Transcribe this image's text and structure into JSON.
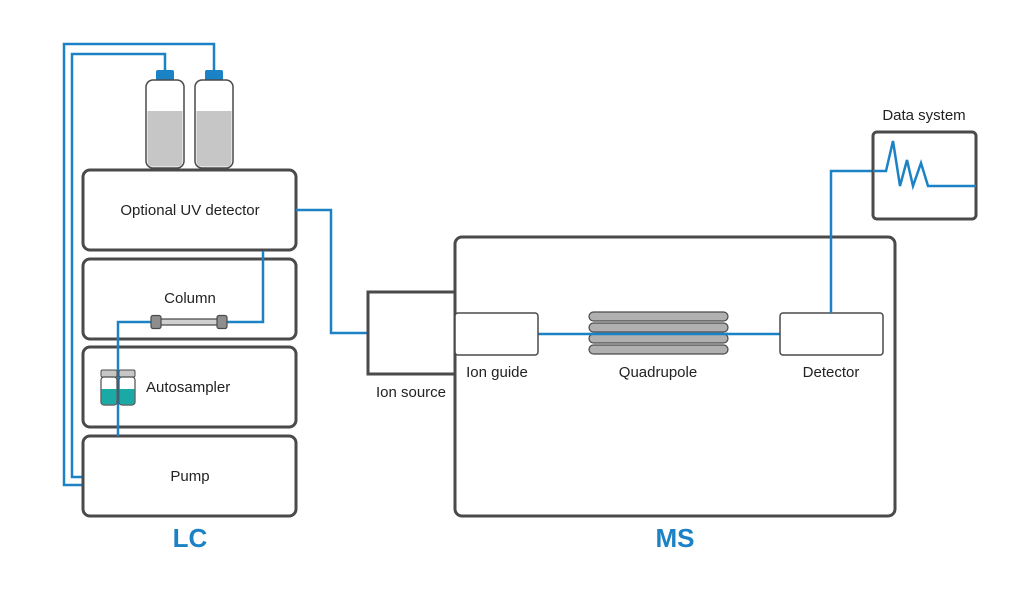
{
  "colors": {
    "accent": "#1b82c5",
    "outline": "#4a4a4a",
    "liquid": "#c6c6c6",
    "sample": "#1aa9a4",
    "cap": "#1b82c5"
  },
  "lc": {
    "title": "LC",
    "uv_detector": "Optional UV detector",
    "column": "Column",
    "autosampler": "Autosampler",
    "pump": "Pump"
  },
  "ion_source": "Ion source",
  "ms": {
    "title": "MS",
    "ion_guide": "Ion guide",
    "quadrupole": "Quadrupole",
    "detector": "Detector"
  },
  "data_system": "Data system"
}
